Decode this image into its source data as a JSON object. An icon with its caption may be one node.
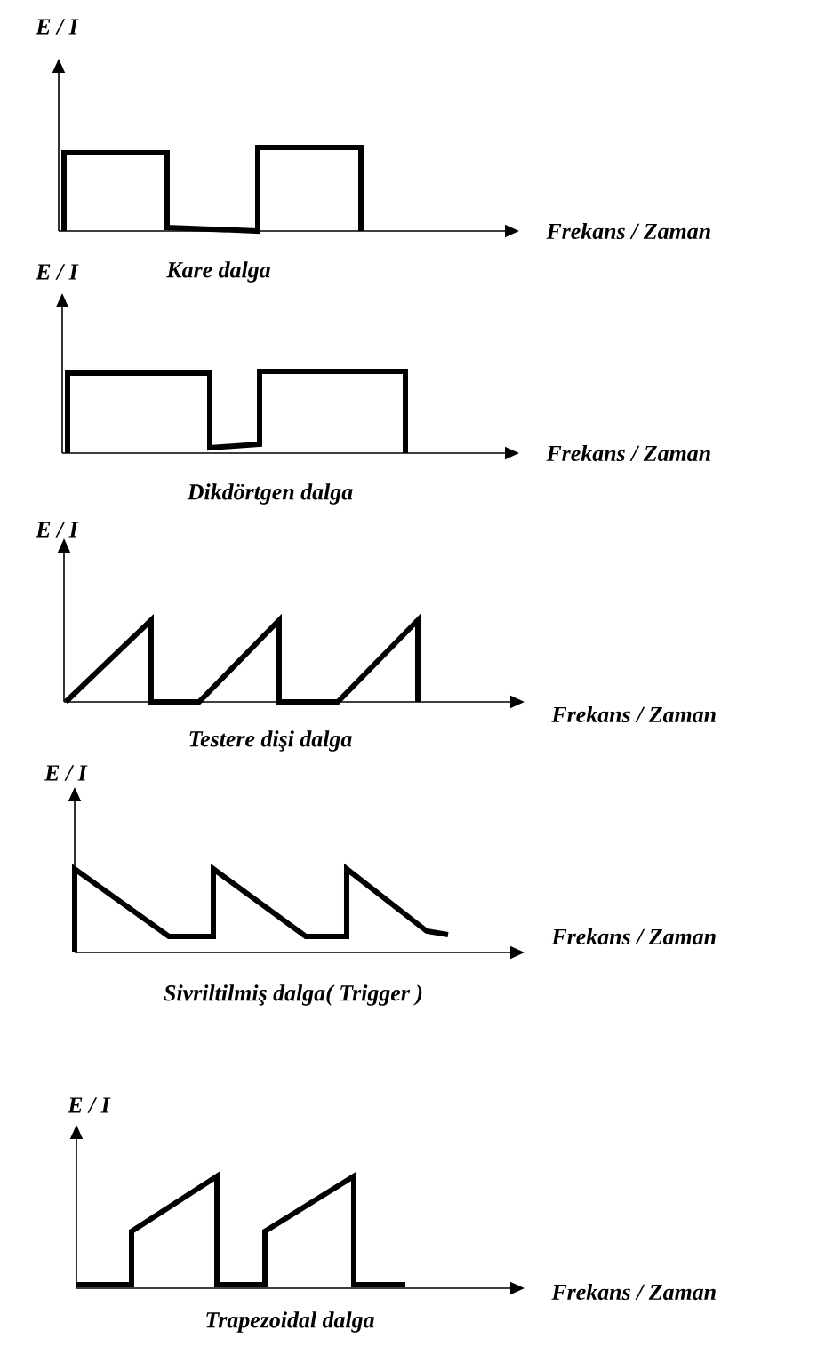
{
  "diagram": {
    "labels": [
      "E / I",
      "Frekans / Zaman",
      "Kare dalga",
      "E / I",
      "Frekans / Zaman",
      "Dikdörtgen dalga",
      "E / I",
      "Frekans / Zaman",
      "Testere dişi dalga",
      "E / I",
      "Frekans / Zaman",
      "Sivriltilmiş dalga( Trigger )",
      "E / I",
      "Frekans / Zaman",
      "Trapezoidal dalga"
    ]
  }
}
